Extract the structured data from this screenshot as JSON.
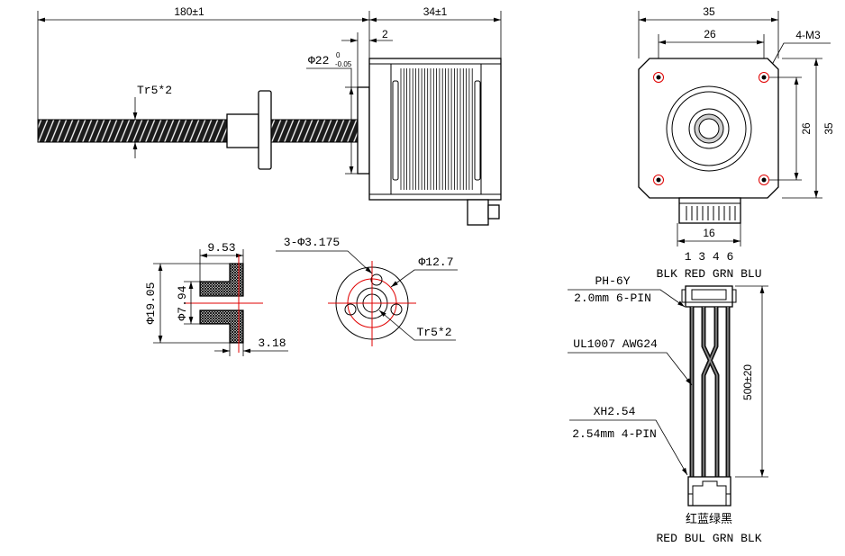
{
  "side_view": {
    "length_dim": "180±1",
    "body_dim": "34±1",
    "boss_dim": "2",
    "boss_dia": "Φ22",
    "boss_tol_upper": "0",
    "boss_tol_lower": "-0.05",
    "screw_label": "Tr5*2"
  },
  "front_view": {
    "width_dim": "35",
    "hole_spacing_dim": "26",
    "hole_label": "4-M3",
    "hole_spacing_v_dim": "26",
    "height_dim": "35",
    "connector_dim": "16"
  },
  "nut_section": {
    "length_dim": "9.53",
    "flange_dia": "Φ19.05",
    "body_dia": "Φ7.94",
    "flange_thk": "3.18"
  },
  "nut_front": {
    "holes_label": "3-Φ3.175",
    "bolt_circle": "Φ12.7",
    "thread": "Tr5*2"
  },
  "cable": {
    "pin_numbers": "1 3 4 6",
    "pin_colors": "BLK RED GRN BLU",
    "top_connector": "PH-6Y",
    "top_connector_spec": "2.0mm 6-PIN",
    "wire_spec": "UL1007 AWG24",
    "length_dim": "500±20",
    "bottom_connector": "XH2.54",
    "bottom_connector_spec": "2.54mm 4-PIN",
    "bottom_colors_cn": "红蓝绿黑",
    "bottom_colors": "RED BUL GRN BLK"
  },
  "colors": {
    "line": "#000000",
    "centerline": "#e00000",
    "hole_ring": "#e00000"
  }
}
